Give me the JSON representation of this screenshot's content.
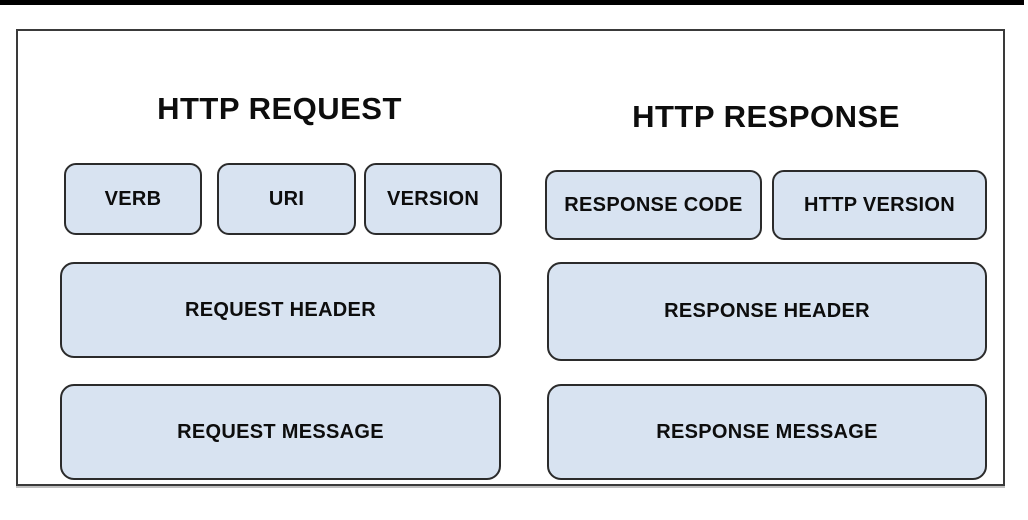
{
  "request": {
    "title": "HTTP REQUEST",
    "verb": "VERB",
    "uri": "URI",
    "version": "VERSION",
    "header": "REQUEST HEADER",
    "message": "REQUEST MESSAGE"
  },
  "response": {
    "title": "HTTP RESPONSE",
    "code": "RESPONSE CODE",
    "http_version": "HTTP VERSION",
    "header": "RESPONSE HEADER",
    "message": "RESPONSE MESSAGE"
  },
  "colors": {
    "box_fill": "#d8e3f1",
    "box_border": "#2b2b2b",
    "frame_border": "#3a3a3a",
    "top_bar": "#000000",
    "text": "#0d0d0d",
    "background": "#ffffff"
  }
}
